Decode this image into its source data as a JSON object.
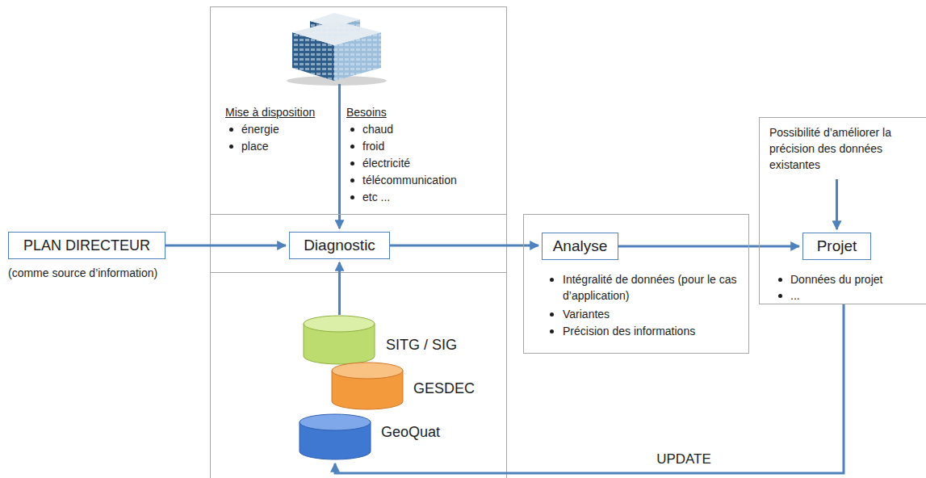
{
  "diagram": {
    "nodes": [
      {
        "text": [
          "PLAN DIRECTEUR",
          "(comme source d’information)"
        ]
      },
      {
        "text": [
          "Mise à disposition",
          "énergie",
          "place",
          "Besoins",
          "chaud",
          "froid",
          "électricité",
          "télécommunication",
          "etc ..."
        ]
      },
      {
        "text": [
          "Diagnostic"
        ]
      },
      {
        "text": [
          "Intégralité de données (pour le cas d’application)",
          "Variantes",
          "Précision des informations"
        ]
      },
      {
        "text": [
          "Analyse"
        ],
        "in": 3
      },
      {
        "text": [
          "Possibilité d’améliorer la précision des données existantes",
          "Données du projet",
          "..."
        ]
      },
      {
        "text": [
          "Projet"
        ],
        "in": 5
      },
      {
        "text": [
          "SITG / SIG"
        ]
      },
      {
        "text": [
          "GESDEC"
        ]
      },
      {
        "text": [
          "GeoQuat"
        ]
      }
    ],
    "edges": [
      {
        "from": 0,
        "to": 2,
        "arrow": "to"
      },
      {
        "from": 1,
        "to": 2,
        "arrow": "to"
      },
      {
        "from": 7,
        "to": 2,
        "arrow": "to"
      },
      {
        "from": 2,
        "to": 4,
        "arrow": "to"
      },
      {
        "from": 4,
        "to": 6,
        "arrow": "to"
      },
      {
        "from": 5,
        "to": 6,
        "arrow": "to"
      },
      {
        "from": 5,
        "to": 9,
        "arrow": "to",
        "label": "UPDATE"
      }
    ]
  }
}
